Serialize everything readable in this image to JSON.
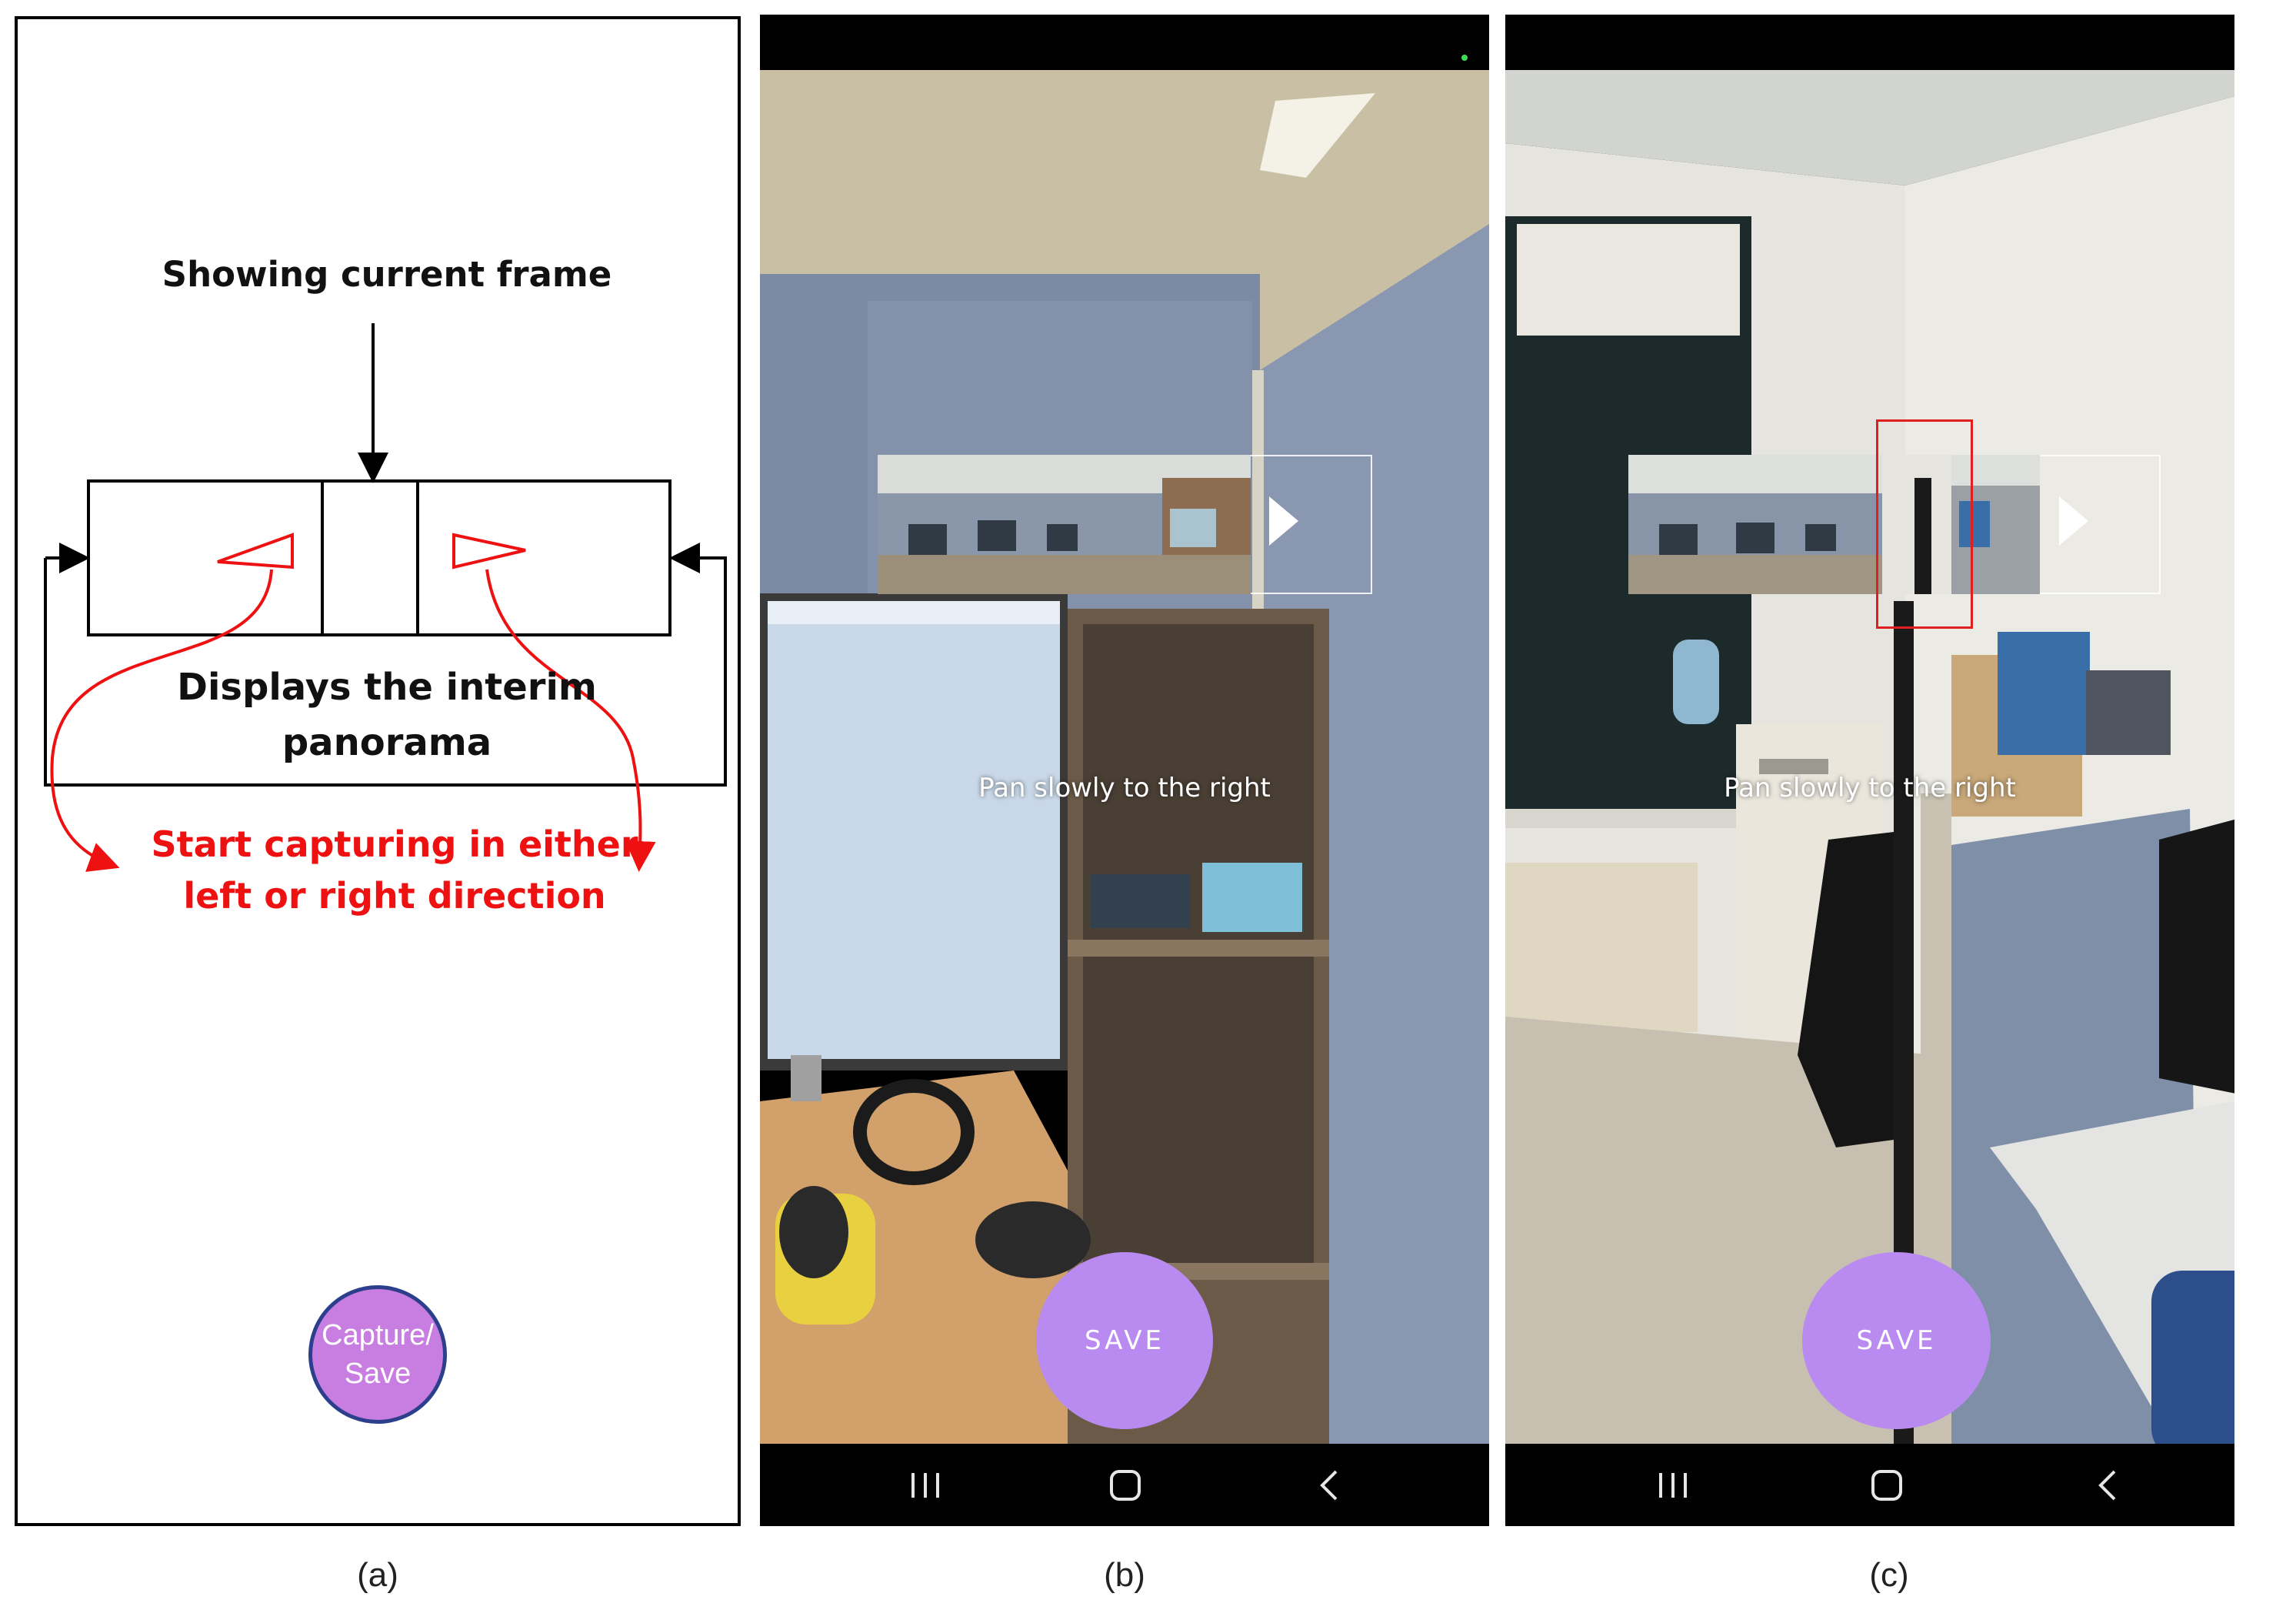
{
  "panel_a": {
    "showing_current_frame": "Showing current frame",
    "interim_line1": "Displays the interim",
    "interim_line2": "panorama",
    "start_line1": "Start capturing in either",
    "start_line2": "left or right direction",
    "capture_line1": "Capture/",
    "capture_line2": "Save",
    "colors": {
      "arrow_red": "#ee1111",
      "button_fill": "#c77ee0",
      "button_border": "#2b3f8c"
    }
  },
  "panel_b": {
    "instruction": "Pan slowly to the right",
    "save_label": "SAVE"
  },
  "panel_c": {
    "instruction": "Pan slowly to the right",
    "save_label": "SAVE",
    "highlight_color": "#e02020"
  },
  "navbar": {
    "recents_icon": "recents-icon",
    "home_icon": "home-icon",
    "back_icon": "back-icon"
  },
  "captions": {
    "a": "(a)",
    "b": "(b)",
    "c": "(c)"
  },
  "colors": {
    "save_button": "#b98af0",
    "status_dot": "#3ddc50"
  }
}
